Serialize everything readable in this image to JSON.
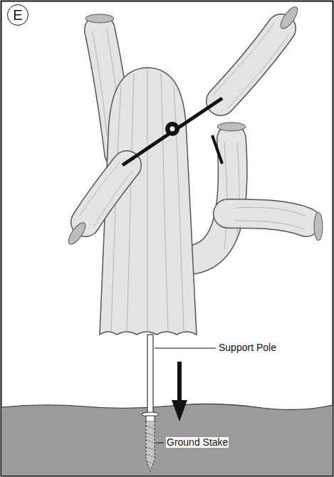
{
  "diagram": {
    "nodes": [
      {
        "text": [
          "E"
        ]
      }
    ],
    "labels": [
      "Support Pole",
      "Ground Stake"
    ]
  }
}
